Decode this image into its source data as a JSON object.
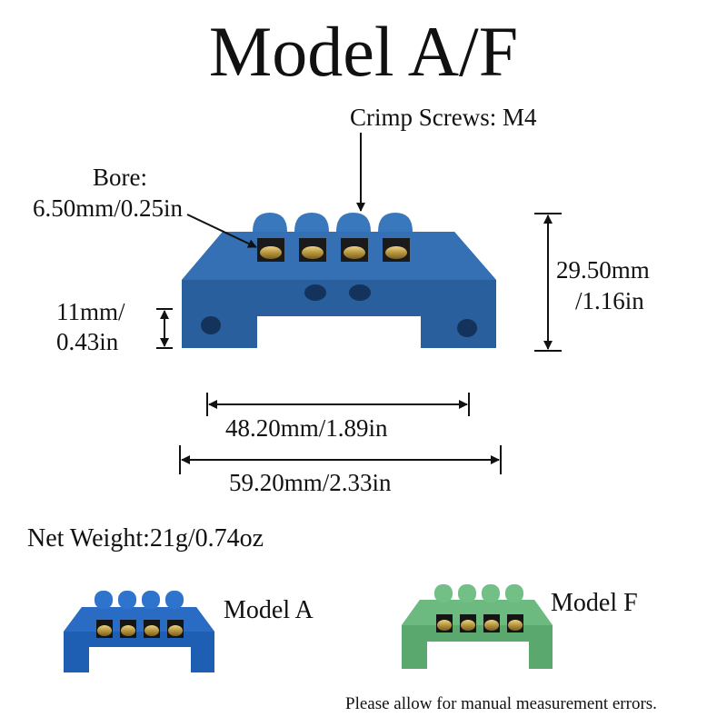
{
  "title": "Model A/F",
  "labels": {
    "crimp_screws": "Crimp Screws: M4",
    "bore_line1": "Bore:",
    "bore_line2": "6.50mm/0.25in",
    "height_line1": "29.50mm",
    "height_line2": "/1.16in",
    "side_line1": "11mm/",
    "side_line2": "0.43in",
    "inner_width": "48.20mm/1.89in",
    "outer_width": "59.20mm/2.33in"
  },
  "net_weight": "Net Weight:21g/0.74oz",
  "models": [
    {
      "label": "Model A",
      "color": "#1e5fb3"
    },
    {
      "label": "Model F",
      "color": "#5aa86e"
    }
  ],
  "main_product_color": "#2a5f9e",
  "terminal_count": 4,
  "disclaimer": "Please allow for manual measurement errors."
}
